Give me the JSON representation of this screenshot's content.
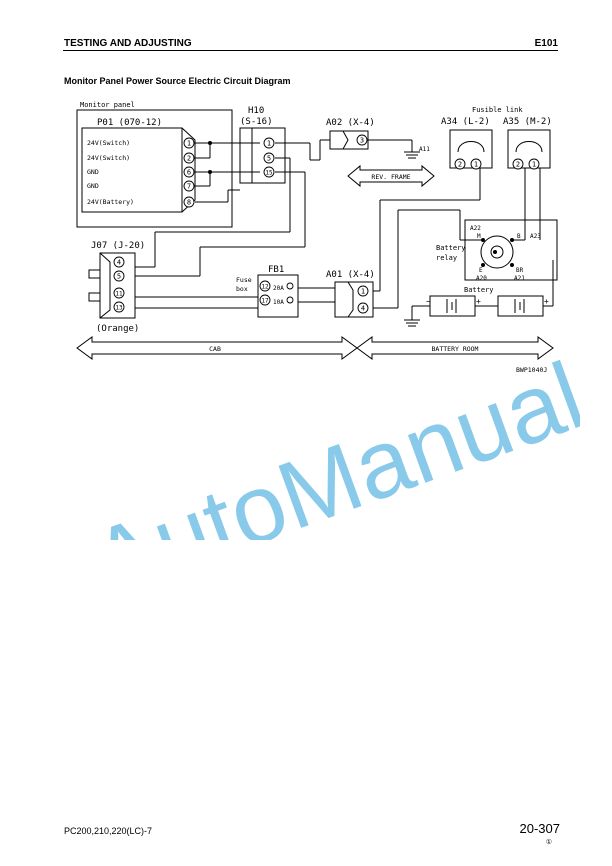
{
  "header": {
    "section": "TESTING AND ADJUSTING",
    "code": "E101"
  },
  "title": "Monitor Panel Power Source Electric Circuit Diagram",
  "diagram": {
    "monitor_panel_label": "Monitor panel",
    "p01": {
      "label": "P01 (070-12)",
      "pins": [
        "24V(Switch)",
        "24V(Switch)",
        "GND",
        "GND",
        "24V(Battery)"
      ],
      "pin_numbers": [
        "1",
        "2",
        "6",
        "7",
        "8"
      ]
    },
    "h10": {
      "label_line1": "H10",
      "label_line2": "(S-16)",
      "pins": [
        "1",
        "5",
        "15"
      ]
    },
    "a02": {
      "label": "A02 (X-4)",
      "pin": "3"
    },
    "a11": "A11",
    "rev_frame": "REV. FRAME",
    "fusible_link": "Fusible link",
    "a34": {
      "label": "A34 (L-2)",
      "pins": [
        "2",
        "1"
      ]
    },
    "a35": {
      "label": "A35 (M-2)",
      "pins": [
        "2",
        "1"
      ]
    },
    "j07": {
      "label": "J07 (J-20)",
      "pins": [
        "4",
        "5",
        "11",
        "13"
      ],
      "color": "(Orange)"
    },
    "fuse_box": {
      "label_line1": "Fuse",
      "label_line2": "box",
      "name": "FB1",
      "fuses": [
        {
          "num": "12",
          "rating": "20A"
        },
        {
          "num": "17",
          "rating": "10A"
        }
      ]
    },
    "a01": {
      "label": "A01 (X-4)",
      "pins": [
        "1",
        "4"
      ]
    },
    "battery_relay": {
      "label_line1": "Battery",
      "label_line2": "relay",
      "terminals": {
        "a22": "A22",
        "m": "M",
        "b": "B",
        "a23": "A23",
        "e": "E",
        "br": "BR",
        "a20": "A20",
        "a21": "A21"
      }
    },
    "battery_label": "Battery",
    "cab_label": "CAB",
    "battery_room_label": "BATTERY ROOM",
    "figure_code": "BWP1040J"
  },
  "watermark": "AutoManual",
  "footer": {
    "model": "PC200,210,220(LC)-7",
    "page": "20-307",
    "revision_mark": "①"
  }
}
